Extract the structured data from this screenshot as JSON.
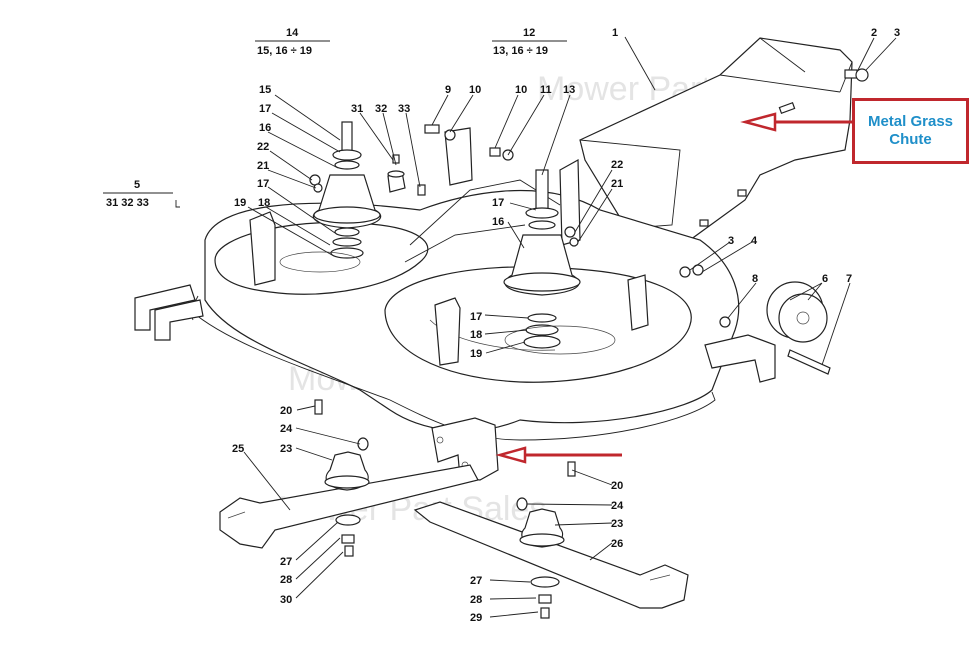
{
  "watermark": "Mower Part Sales",
  "annotation": {
    "label": "Metal Grass\nChute",
    "color": "#1f8fc9",
    "border_color": "#c0272d"
  },
  "groups": [
    {
      "id": "14",
      "members": "15,  16 ÷ 19"
    },
    {
      "id": "12",
      "members": "13,  16 ÷ 19"
    },
    {
      "id": "5",
      "members": "31  32  33"
    }
  ],
  "callouts": [
    "1",
    "2",
    "3",
    "15",
    "17",
    "16",
    "22",
    "21",
    "17",
    "19",
    "18",
    "31",
    "32",
    "33",
    "9",
    "10",
    "10",
    "11",
    "13",
    "22",
    "21",
    "17",
    "16",
    "3",
    "4",
    "8",
    "6",
    "7",
    "17",
    "18",
    "19",
    "20",
    "24",
    "23",
    "25",
    "20",
    "24",
    "23",
    "26",
    "27",
    "28",
    "30",
    "27",
    "28",
    "29"
  ]
}
